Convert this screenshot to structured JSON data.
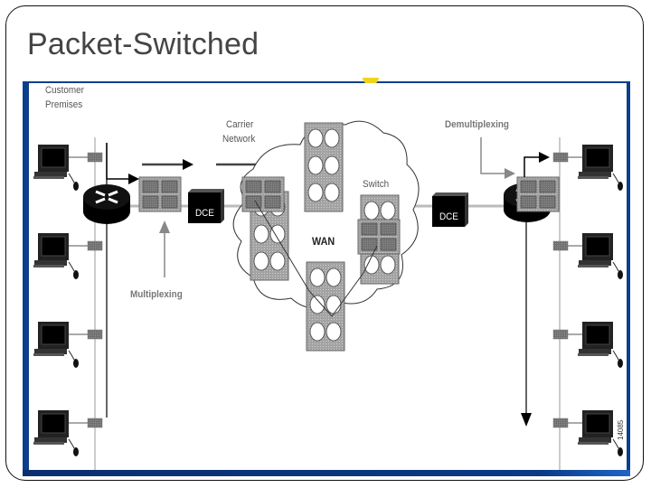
{
  "slide": {
    "title": "Packet-Switched"
  },
  "diagram": {
    "labels": {
      "customer_premises_line1": "Customer",
      "customer_premises_line2": "Premises",
      "carrier_network_line1": "Carrier",
      "carrier_network_line2": "Network",
      "demultiplexing": "Demultiplexing",
      "multiplexing": "Multiplexing",
      "switch": "Switch",
      "wan": "WAN",
      "dce_left": "DCE",
      "dce_right": "DCE",
      "figure_id": "14085"
    },
    "left_hosts": 4,
    "right_hosts": 4,
    "colors": {
      "frame_blue": "#0b3f8c",
      "device_gray": "#9a9a9a",
      "accent_yellow": "#f2d31b"
    }
  }
}
